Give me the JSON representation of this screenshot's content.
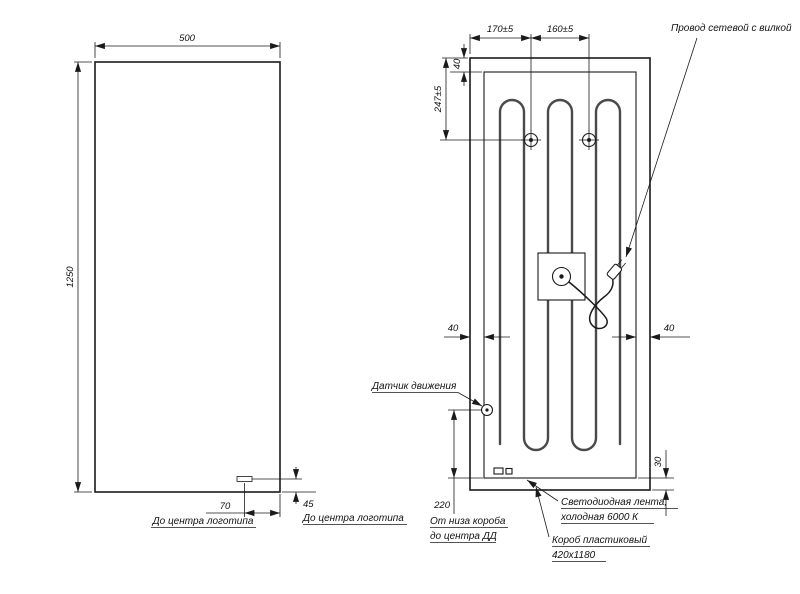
{
  "page": {
    "background": "#ffffff",
    "line_color": "#1a1a1a"
  },
  "front_view": {
    "dim_width": "500",
    "dim_height": "1250",
    "dim_logo_from_right": "70",
    "dim_logo_from_bottom": "45",
    "label_logo_center_bottom": "До центра логотипа",
    "label_logo_center_right": "До центра логотипа"
  },
  "back_view": {
    "dim_hole_left": "170±5",
    "dim_hole_right": "160±5",
    "dim_top_gap": "40",
    "dim_holes_from_top": "247±5",
    "dim_side_gap_left": "40",
    "dim_side_gap_right": "40",
    "dim_bottom_gap": "30",
    "dim_sensor_height": "220",
    "label_power_cord": "Провод сетевой с вилкой",
    "label_motion_sensor": "Датчик движения",
    "label_sensor_dim_line1": "От низа короба",
    "label_sensor_dim_line2": "до центра ДД",
    "label_led_line1": "Светодиодная лента,",
    "label_led_line2": "холодная 6000 К",
    "label_box_line1": "Короб пластиковый",
    "label_box_line2": "420х1180"
  }
}
